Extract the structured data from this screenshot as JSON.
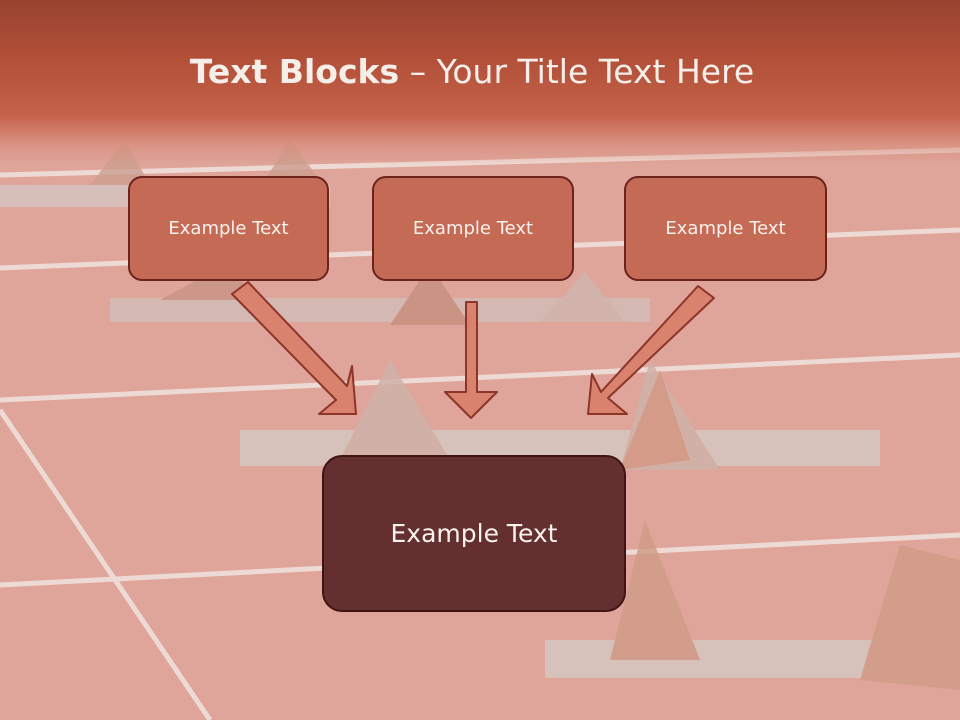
{
  "slide": {
    "title_bold": "Text Blocks",
    "title_dash": "–",
    "title_rest": "Your Title Text Here",
    "top_boxes": [
      {
        "label": "Example Text"
      },
      {
        "label": "Example Text"
      },
      {
        "label": "Example Text"
      }
    ],
    "center_box": {
      "label": "Example Text"
    }
  },
  "colors": {
    "header": "#b24f38",
    "top_box_fill": "#c56a55",
    "box_border": "#6b231d",
    "center_box_fill": "#642f2f",
    "arrow_fill": "#d9826e",
    "track": "#dfa59a"
  },
  "icons": [
    "starting-block-icon",
    "down-arrow-icon"
  ]
}
